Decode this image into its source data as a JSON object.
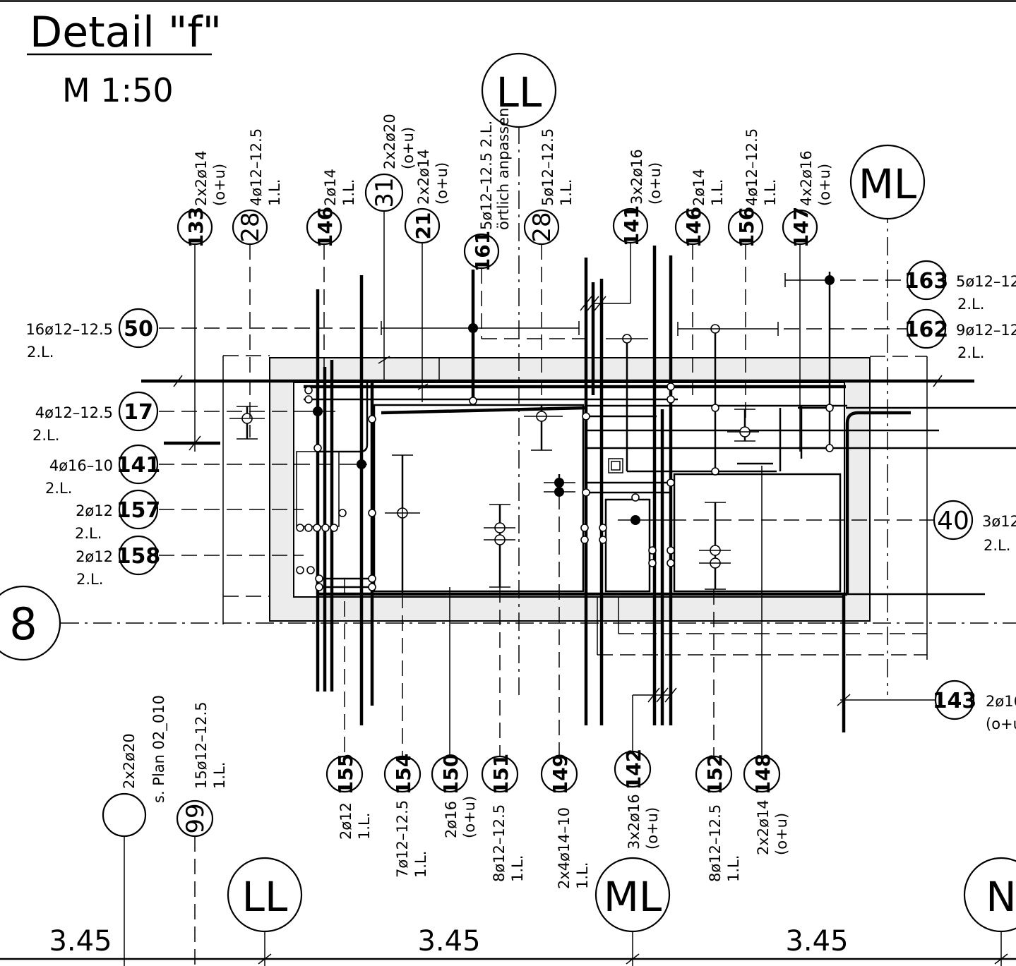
{
  "title": "Detail \"f\"",
  "scale": "M 1:50",
  "axes": {
    "row_8": "8",
    "ll_top": "LL",
    "ml_top": "ML",
    "ll_bottom": "LL",
    "ml_bottom": "ML",
    "n_bottom": "N"
  },
  "dimensions": [
    "3.45",
    "3.45",
    "3.45"
  ],
  "top_tags": [
    {
      "num": "133",
      "lines": [
        "2x2ø14",
        "(o+u)"
      ]
    },
    {
      "num": "28",
      "lines": [
        "4ø12–12.5",
        "1.L."
      ]
    },
    {
      "num": "146",
      "lines": [
        "2ø14",
        "1.L."
      ]
    },
    {
      "num": "31",
      "lines": [
        "2x2ø20",
        "(o+u)"
      ]
    },
    {
      "num": "21",
      "lines": [
        "2x2ø14",
        "(o+u)"
      ]
    },
    {
      "num": "161",
      "lines": [
        "5ø12–12.5 2.L.",
        "örtlich anpassen"
      ]
    },
    {
      "num": "28",
      "lines": [
        "5ø12–12.5",
        "1.L."
      ]
    },
    {
      "num": "141",
      "lines": [
        "3x2ø16",
        "(o+u)"
      ]
    },
    {
      "num": "146",
      "lines": [
        "2ø14",
        "1.L."
      ]
    },
    {
      "num": "156",
      "lines": [
        "4ø12–12.5",
        "1.L."
      ]
    },
    {
      "num": "147",
      "lines": [
        "4x2ø16",
        "(o+u)"
      ]
    }
  ],
  "left_tags": [
    {
      "num": "50",
      "lines": [
        "16ø12–12.5",
        "2.L."
      ]
    },
    {
      "num": "17",
      "lines": [
        "4ø12–12.5",
        "2.L."
      ]
    },
    {
      "num": "141",
      "lines": [
        "4ø16–10",
        "2.L."
      ]
    },
    {
      "num": "157",
      "lines": [
        "2ø12",
        "2.L."
      ]
    },
    {
      "num": "158",
      "lines": [
        "2ø12",
        "2.L."
      ]
    }
  ],
  "right_tags": [
    {
      "num": "163",
      "lines": [
        "5ø12–12",
        "2.L."
      ]
    },
    {
      "num": "162",
      "lines": [
        "9ø12–12",
        "2.L."
      ]
    },
    {
      "num": "40",
      "lines": [
        "3ø12",
        "2.L."
      ]
    },
    {
      "num": "143",
      "lines": [
        "2ø16",
        "(o+u"
      ]
    }
  ],
  "bottom_tags": [
    {
      "num": "155",
      "lines": [
        "2ø12",
        "1.L."
      ]
    },
    {
      "num": "154",
      "lines": [
        "7ø12–12.5",
        "1.L."
      ]
    },
    {
      "num": "150",
      "lines": [
        "2ø16",
        "(o+u)"
      ]
    },
    {
      "num": "151",
      "lines": [
        "8ø12–12.5",
        "1.L."
      ]
    },
    {
      "num": "149",
      "lines": [
        "2x4ø14–10",
        "1.L."
      ]
    },
    {
      "num": "142",
      "lines": [
        "3x2ø16",
        "(o+u)"
      ]
    },
    {
      "num": "152",
      "lines": [
        "8ø12–12.5",
        "1.L."
      ]
    },
    {
      "num": "148",
      "lines": [
        "2x2ø14",
        "(o+u)"
      ]
    }
  ],
  "bottom_left": {
    "bar_label": "2x2ø20",
    "plan_ref": "s. Plan 02_010",
    "tag99": {
      "num": "99",
      "lines": [
        "15ø12–12.5",
        "1.L."
      ]
    }
  }
}
